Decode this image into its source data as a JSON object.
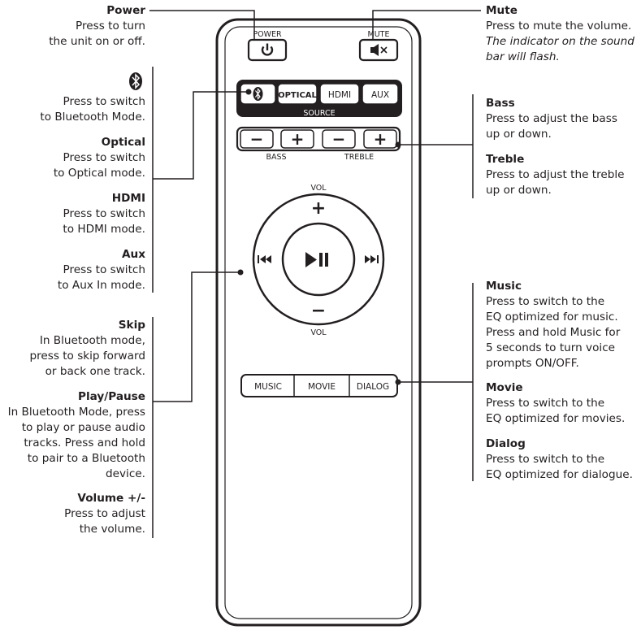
{
  "remote": {
    "power_label": "POWER",
    "mute_label": "MUTE",
    "source_buttons": {
      "optical": "OPTICAL",
      "hdmi": "HDMI",
      "aux": "AUX"
    },
    "source_label": "SOURCE",
    "minus_glyph": "−",
    "plus_glyph": "+",
    "bass_label": "BASS",
    "treble_label": "TREBLE",
    "vol_top_label": "VOL",
    "vol_bottom_label": "VOL",
    "eq_buttons": {
      "music": "MUSIC",
      "movie": "MOVIE",
      "dialog": "DIALOG"
    }
  },
  "callouts": {
    "power": {
      "title": "Power",
      "lines": [
        "Press to turn",
        "the unit on or off."
      ]
    },
    "bluetooth": {
      "lines": [
        "Press to switch",
        "to Bluetooth Mode."
      ]
    },
    "optical": {
      "title": "Optical",
      "lines": [
        "Press to switch",
        "to Optical mode."
      ]
    },
    "hdmi": {
      "title": "HDMI",
      "lines": [
        "Press to switch",
        "to HDMI mode."
      ]
    },
    "aux": {
      "title": "Aux",
      "lines": [
        "Press to switch",
        "to Aux In mode."
      ]
    },
    "skip": {
      "title": "Skip",
      "lines": [
        "In Bluetooth mode,",
        "press to skip forward",
        "or back one track."
      ]
    },
    "play_pause": {
      "title": "Play/Pause",
      "lines": [
        "In Bluetooth Mode, press",
        "to play or pause audio",
        "tracks. Press and hold",
        "to pair to a Bluetooth",
        "device."
      ]
    },
    "volume": {
      "title": "Volume +/-",
      "lines": [
        "Press to adjust",
        "the volume."
      ]
    },
    "mute": {
      "title": "Mute",
      "lines": [
        "Press to mute the volume."
      ],
      "italic_lines": [
        "The indicator on the sound",
        "bar will flash."
      ]
    },
    "bass": {
      "title": "Bass",
      "lines": [
        "Press to adjust the bass",
        "up or down."
      ]
    },
    "treble": {
      "title": "Treble",
      "lines": [
        "Press to adjust the treble",
        "up or down."
      ]
    },
    "music": {
      "title": "Music",
      "lines": [
        "Press to switch to the",
        "EQ optimized for music.",
        "Press and hold Music for",
        "5 seconds to turn voice",
        "prompts ON/OFF."
      ]
    },
    "movie": {
      "title": "Movie",
      "lines": [
        "Press to switch to the",
        "EQ optimized for movies."
      ]
    },
    "dialog": {
      "title": "Dialog",
      "lines": [
        "Press to switch to the",
        "EQ optimized for dialogue."
      ]
    }
  }
}
